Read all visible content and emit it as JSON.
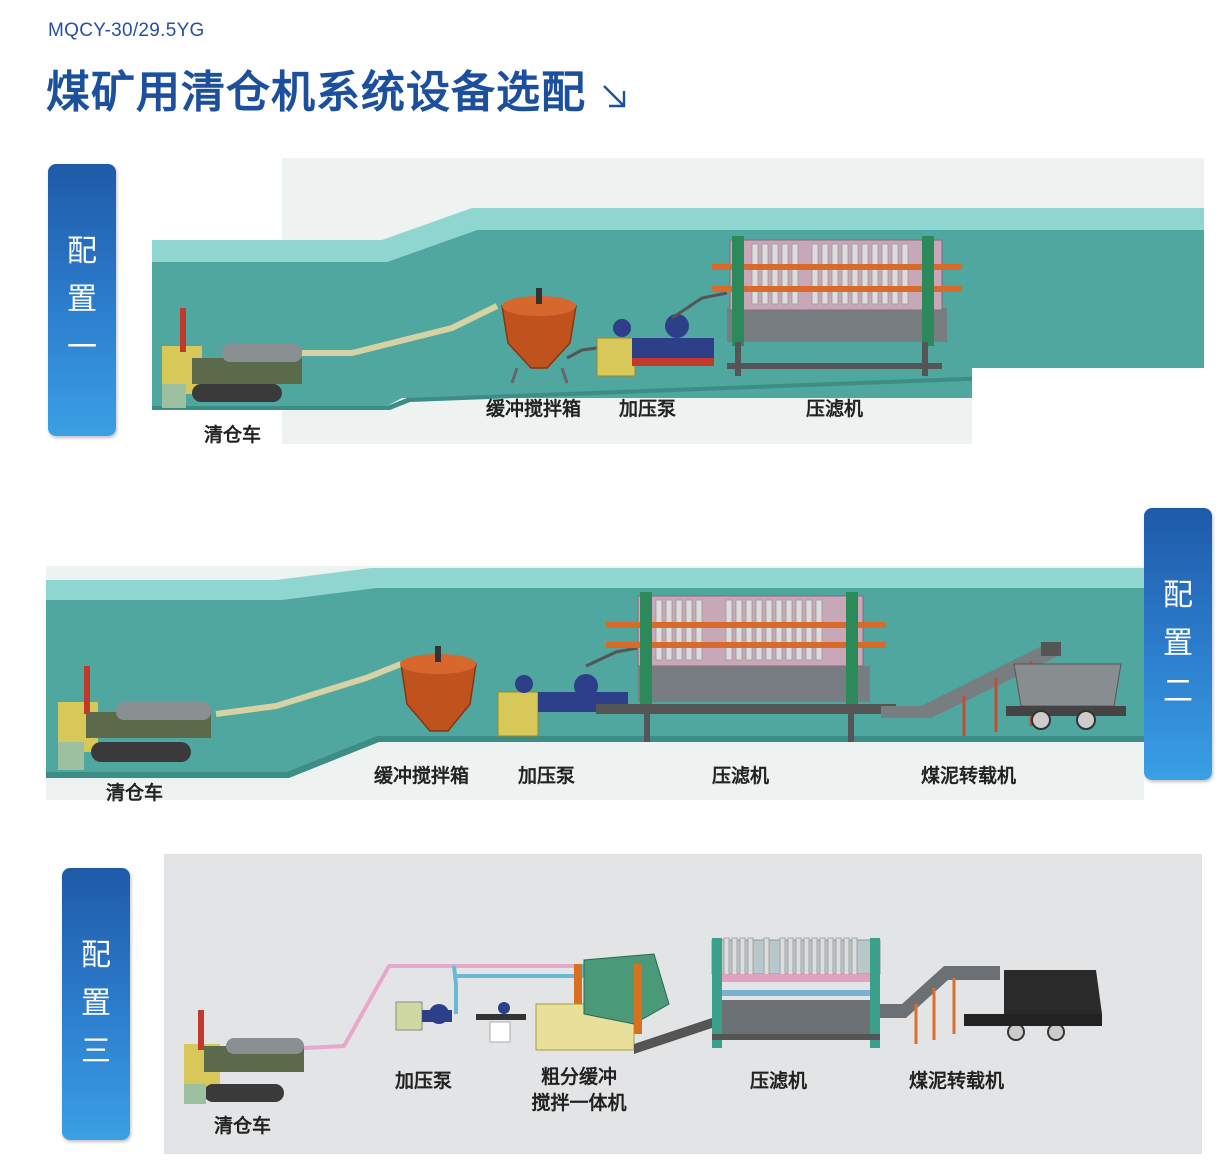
{
  "header": {
    "model": "MQCY-30/29.5YG",
    "title": "煤矿用清仓机系统设备选配"
  },
  "configs": [
    {
      "tag": [
        "配",
        "置",
        "一"
      ],
      "labels": {
        "cart": "清仓车",
        "tank": "缓冲搅拌箱",
        "pump": "加压泵",
        "filter": "压滤机"
      }
    },
    {
      "tag": [
        "配",
        "置",
        "二"
      ],
      "labels": {
        "cart": "清仓车",
        "tank": "缓冲搅拌箱",
        "pump": "加压泵",
        "filter": "压滤机",
        "conveyor": "煤泥转载机"
      }
    },
    {
      "tag": [
        "配",
        "置",
        "三"
      ],
      "labels": {
        "cart": "清仓车",
        "pump": "加压泵",
        "mixer_line1": "粗分缓冲",
        "mixer_line2": "搅拌一体机",
        "filter": "压滤机",
        "conveyor": "煤泥转载机"
      }
    }
  ],
  "colors": {
    "title": "#1c4f9c",
    "tag_top": "#1e5aa8",
    "tag_bottom": "#3aa0e4",
    "tunnel": "#4fa7a0",
    "tunnel_top": "#8fd6d0",
    "tank": "#c0521e"
  }
}
